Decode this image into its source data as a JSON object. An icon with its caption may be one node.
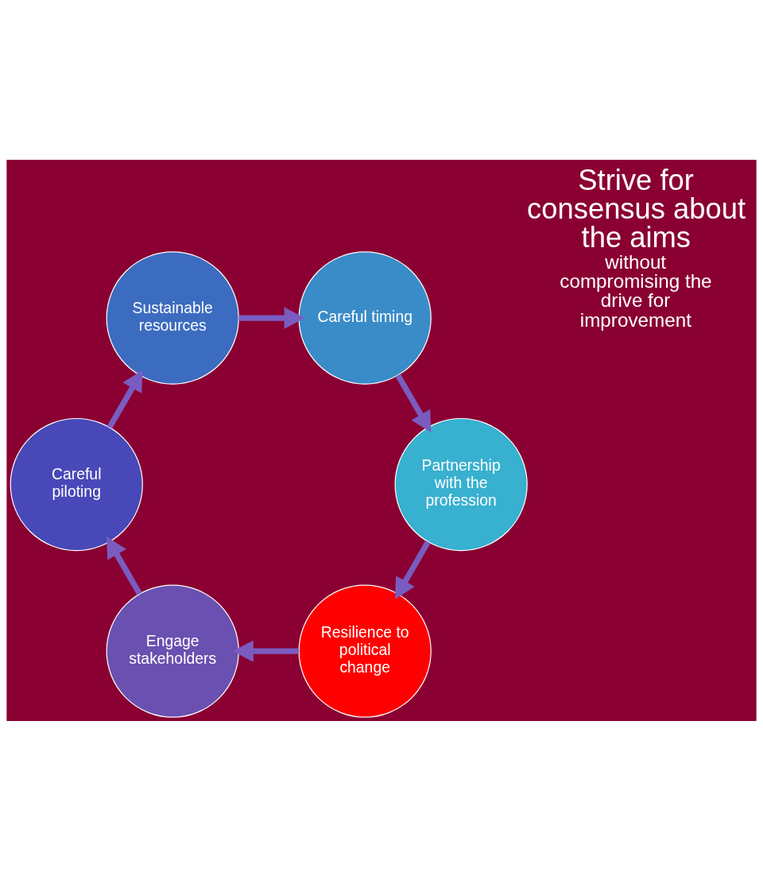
{
  "diagram": {
    "nodes": [
      {
        "text": [
          "Resilience to political change"
        ]
      },
      {
        "text": [
          "Engage stakeholders"
        ]
      },
      {
        "text": [
          "Careful piloting"
        ]
      },
      {
        "text": [
          "Sustainable resources"
        ]
      },
      {
        "text": [
          "Careful timing"
        ]
      },
      {
        "text": [
          "Partnership with the profession"
        ]
      }
    ],
    "edges": [
      {
        "from": 0,
        "to": 1,
        "arrow": "to"
      },
      {
        "from": 1,
        "to": 2,
        "arrow": "to"
      },
      {
        "from": 2,
        "to": 3,
        "arrow": "to"
      },
      {
        "from": 3,
        "to": 4,
        "arrow": "to"
      },
      {
        "from": 4,
        "to": 5,
        "arrow": "to"
      },
      {
        "from": 5,
        "to": 0,
        "arrow": "to"
      }
    ],
    "labels": [
      "Strive for consensus about the aims",
      "without compromising the drive for improvement"
    ]
  }
}
